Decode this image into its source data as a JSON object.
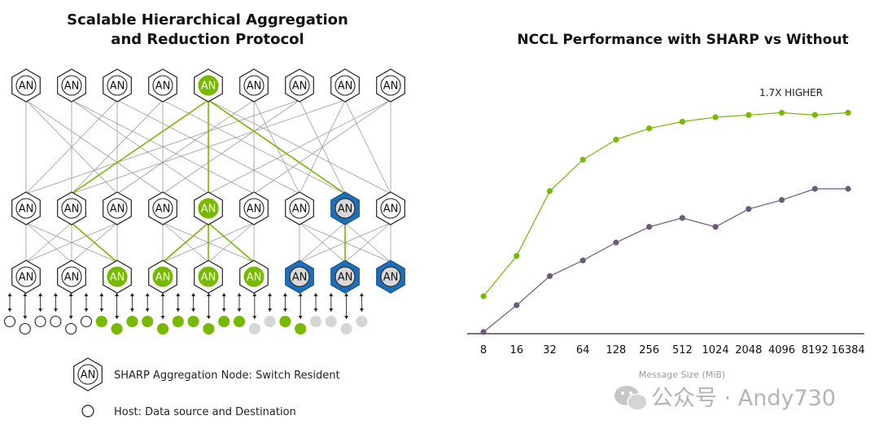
{
  "diagram": {
    "title_line1": "Scalable Hierarchical Aggregation",
    "title_line2": "and Reduction Protocol",
    "node_label": "AN",
    "colors": {
      "green": "#76b900",
      "blue": "#1f6fb8",
      "gray_host": "#d6d6d6",
      "line_gray": "#9a9a9a"
    },
    "top_row_states": [
      "plain",
      "plain",
      "plain",
      "plain",
      "green",
      "plain",
      "plain",
      "plain",
      "plain"
    ],
    "mid_row_states": [
      "plain",
      "plain",
      "plain",
      "plain",
      "green",
      "plain",
      "plain",
      "blue",
      "plain"
    ],
    "bot_row_states": [
      "plain",
      "plain",
      "green",
      "green",
      "green",
      "green",
      "blue",
      "blue",
      "blue"
    ],
    "host_states": [
      "white",
      "white",
      "white",
      "white",
      "white",
      "white",
      "green",
      "green",
      "green",
      "green",
      "green",
      "green",
      "green",
      "green",
      "green",
      "green",
      "gray",
      "gray",
      "green",
      "green",
      "gray",
      "gray",
      "gray",
      "gray"
    ],
    "legend": {
      "node_text": "SHARP Aggregation Node: Switch Resident",
      "host_text": "Host: Data source and Destination"
    }
  },
  "chart_data": {
    "type": "line",
    "title": "NCCL Performance with SHARP vs Without",
    "categories": [
      "8",
      "16",
      "32",
      "64",
      "128",
      "256",
      "512",
      "1024",
      "2048",
      "4096",
      "8192",
      "16384"
    ],
    "xlabel": "Message Size (MiB)",
    "ylabel": "",
    "series": [
      {
        "color": "#76b900",
        "values": [
          0.16,
          0.34,
          0.63,
          0.77,
          0.86,
          0.91,
          0.94,
          0.96,
          0.97,
          0.98,
          0.97,
          0.98
        ]
      },
      {
        "color": "#6b5b7b",
        "values": [
          0.0,
          0.12,
          0.25,
          0.32,
          0.4,
          0.47,
          0.51,
          0.47,
          0.55,
          0.59,
          0.64,
          0.64
        ]
      }
    ],
    "annotation": "1.7X HIGHER",
    "grid": false
  },
  "watermark": {
    "text": "公众号 · Andy730"
  }
}
